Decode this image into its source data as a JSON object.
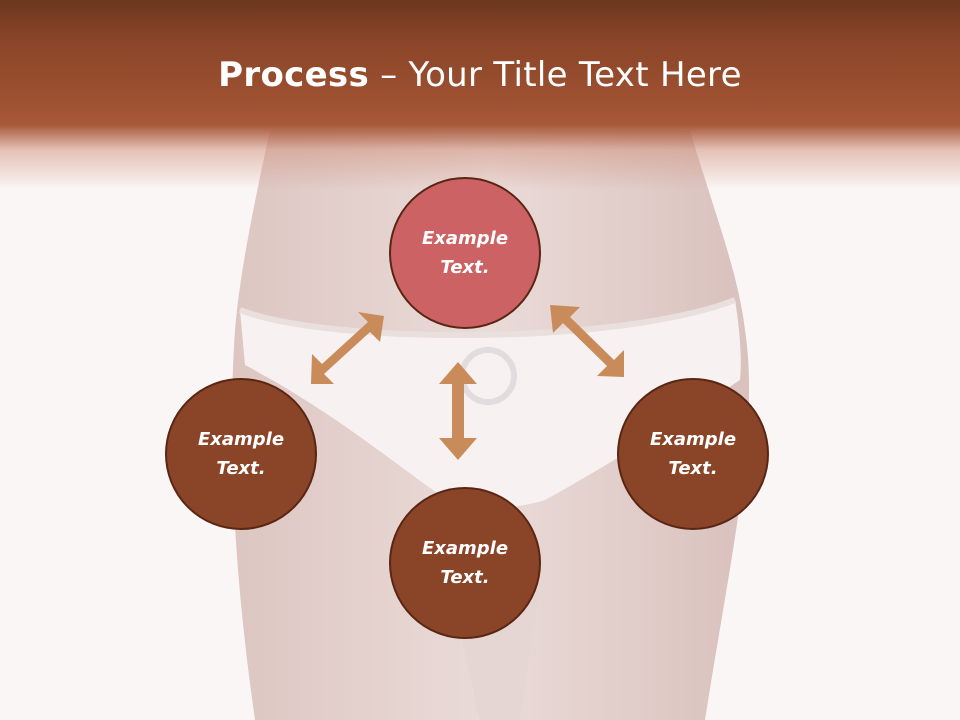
{
  "title": {
    "bold": "Process",
    "rest": " – Your Title Text Here"
  },
  "nodes": [
    {
      "label": "Example Text.",
      "color": "#cd6264"
    },
    {
      "label": "Example Text.",
      "color": "#8a4428"
    },
    {
      "label": "Example Text.",
      "color": "#8a4428"
    },
    {
      "label": "Example Text.",
      "color": "#8a4428"
    }
  ],
  "colors": {
    "title_band": "#9d5131",
    "arrow": "#c98b5a",
    "node_border": "#5a2614"
  }
}
